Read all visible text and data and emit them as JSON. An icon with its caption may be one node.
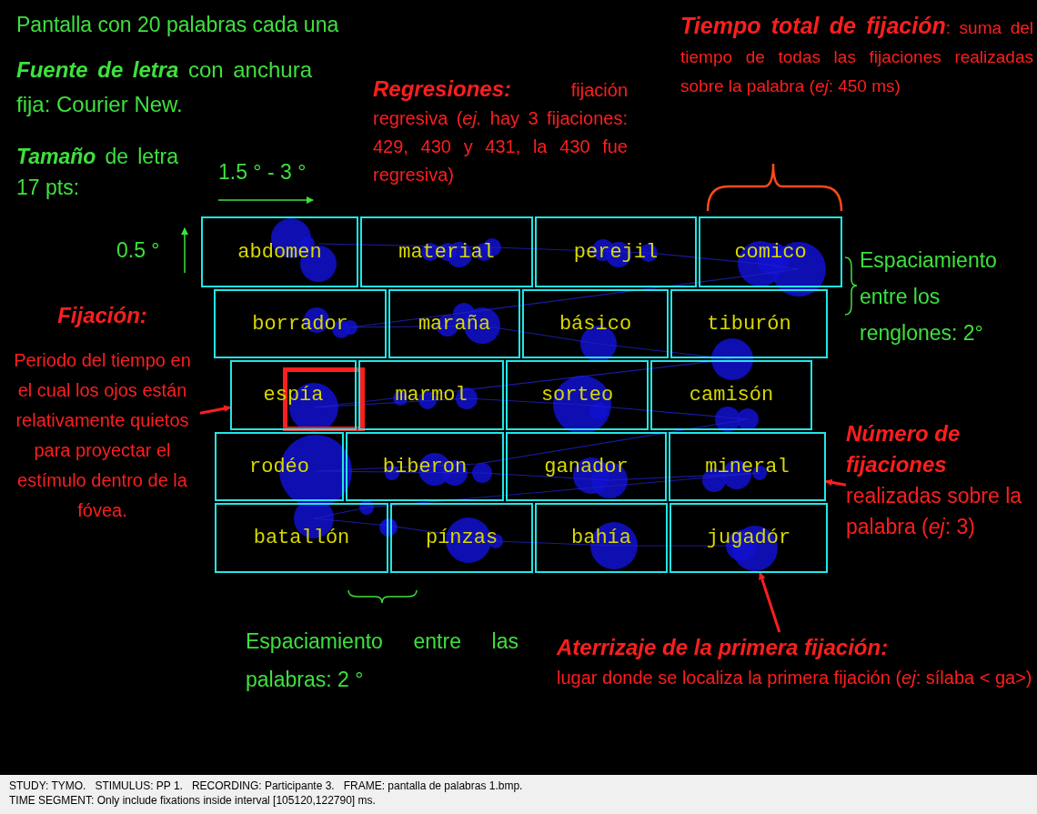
{
  "diagram": {
    "nodes": [
      {
        "text": [
          "abdomen"
        ]
      },
      {
        "text": [
          "material"
        ]
      },
      {
        "text": [
          "perejil"
        ]
      },
      {
        "text": [
          "comico"
        ]
      },
      {
        "text": [
          "borrador"
        ]
      },
      {
        "text": [
          "maraña"
        ]
      },
      {
        "text": [
          "básico"
        ]
      },
      {
        "text": [
          "tiburón"
        ]
      },
      {
        "text": [
          "espía"
        ]
      },
      {
        "text": [
          "marmol"
        ]
      },
      {
        "text": [
          "sorteo"
        ]
      },
      {
        "text": [
          "camisón"
        ]
      },
      {
        "text": [
          "rodéo"
        ]
      },
      {
        "text": [
          "biberon"
        ]
      },
      {
        "text": [
          "ganador"
        ]
      },
      {
        "text": [
          "mineral"
        ]
      },
      {
        "text": [
          "batallón"
        ]
      },
      {
        "text": [
          "pínzas"
        ]
      },
      {
        "text": [
          "bahía"
        ]
      },
      {
        "text": [
          "jugadór"
        ]
      },
      {
        "text": [
          "Fijación:",
          "Periodo del tiempo en el cual los ojos están relativamente quietos para proyectar el estímulo dentro de la fóvea."
        ]
      },
      {
        "text": [
          "Número de fijaciones",
          "realizadas sobre la palabra (*ej*: 3)"
        ]
      },
      {
        "text": [
          "Aterrizaje de la primera fijación:",
          "lugar donde se localiza la primera fijación (*ej*: sílaba < ga>)"
        ]
      }
    ],
    "edges": [
      {
        "from": 20,
        "to": 8,
        "arrow": "to"
      },
      {
        "from": 21,
        "to": 15,
        "arrow": "to"
      },
      {
        "from": 22,
        "to": 19,
        "arrow": "to"
      }
    ],
    "labels": [
      "Pantalla con 20 palabras cada una",
      "**Fuente de letra** con anchura fija: Courier New.",
      "**Tamaño** de letra 17 pts:",
      "1.5 ° - 3 °",
      "0.5 °",
      "**Regresiones:** fijación regresiva (*ej.* hay 3 fijaciones: 429, 430 y 431, la 430 fue regresiva)",
      "**Tiempo total de fijación**: suma del tiempo de todas las fijaciones realizadas sobre la palabra (*ej*: 450 ms)",
      "Espaciamiento entre los renglones: 2°",
      "Espaciamiento entre las palabras: 2 °",
      "STUDY: TYMO.   STIMULUS: PP 1.   RECORDING: Participante 3.   FRAME: pantalla de palabras 1.bmp.",
      "TIME SEGMENT: Only include fixations inside interval [105120,122790] ms."
    ]
  }
}
